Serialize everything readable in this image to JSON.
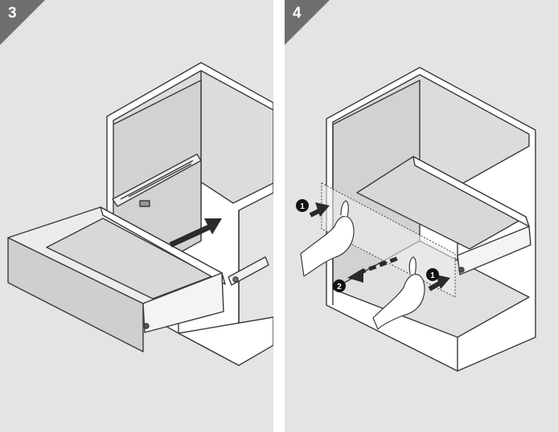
{
  "steps": [
    {
      "number": "3"
    },
    {
      "number": "4"
    }
  ],
  "markers": {
    "one": "1",
    "two": "2"
  },
  "colors": {
    "panel_bg": "#e4e4e4",
    "badge": "#6e6e6e",
    "line": "#3a3a3a",
    "cabinet_fill": "#ffffff",
    "drawer_front": "#cfcfcf",
    "drawer_floor": "#d8d8d8",
    "arrow": "#2b2b2b"
  },
  "icons": [
    "push-arrow-icon",
    "pull-arrow-icon",
    "hand-icon",
    "step-marker-icon"
  ]
}
